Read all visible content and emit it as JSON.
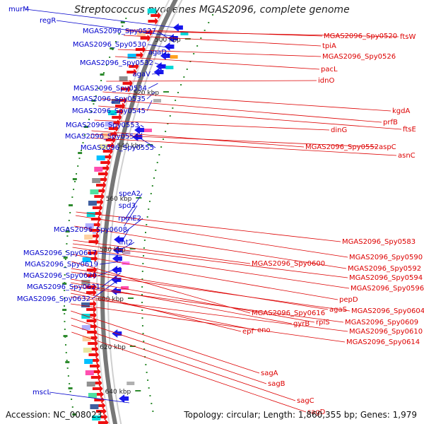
{
  "header": {
    "title": "Streptococcus pyogenes MGAS2096, complete genome"
  },
  "footer": {
    "accession": "Accession: NC_008023",
    "summary": "Topology: circular; Length: 1,860,355 bp; Genes: 1,979"
  },
  "colors": {
    "left_labels": "#0000cc",
    "right_labels": "#dd0000",
    "backbone": "#888888",
    "gc_ticks": "#2e8b2e",
    "forward_features": "#1a1aee",
    "reverse_features": "#ee1111"
  },
  "scale_labels": [
    "500 kbp",
    "520 kbp",
    "540 kbp",
    "560 kbp",
    "580 kbp",
    "600 kbp",
    "620 kbp",
    "640 kbp"
  ],
  "left_labels": [
    "murM",
    "regR",
    "MGAS2096_Spy0527",
    "MGAS2096_Spy0530",
    "agaD",
    "MGAS2096_Spy0532",
    "agaV",
    "MGAS2096_Spy0534",
    "MGAS2096_Spy0535",
    "MGAS2096_Spy0545",
    "MGAS2096_Spy0553",
    "MGAS2096_Spy0554",
    "MGAS2096_Spy0555",
    "speA2",
    "spd3",
    "rpmE2",
    "MGAS2096_Spy0608",
    "int2",
    "MGAS2096_Spy0617",
    "MGAS2096_Spy0619",
    "MGAS2096_Spy0620",
    "MGAS2096_Spy0621",
    "MGAS2096_Spy0632",
    "mscL"
  ],
  "right_labels": [
    "MGAS2096_Spy0520",
    "ftsW",
    "tpiA",
    "MGAS2096_Spy0526",
    "pacL",
    "idnO",
    "kgdA",
    "prfB",
    "ftsE",
    "dinG",
    "MGAS2096_Spy0552",
    "aspC",
    "asnC",
    "MGAS2096_Spy0583",
    "MGAS2096_Spy0590",
    "MGAS2096_Spy0592",
    "MGAS2096_Spy0600",
    "MGAS2096_Spy0594",
    "MGAS2096_Spy0596",
    "pepD",
    "MGAS2096_Spy0616",
    "agaS",
    "MGAS2096_Spy0604",
    "rplS",
    "gyrB",
    "MGAS2096_Spy0609",
    "epf",
    "eno",
    "MGAS2096_Spy0610",
    "MGAS2096_Spy0614",
    "sagA",
    "sagB",
    "sagC",
    "sagD"
  ]
}
